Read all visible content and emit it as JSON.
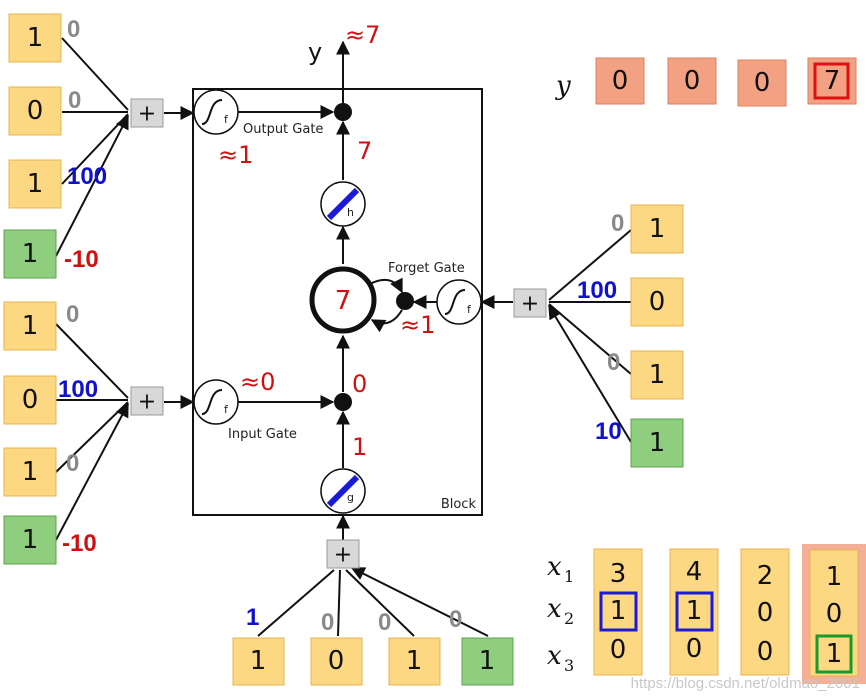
{
  "colors": {
    "input_box": "#fdd882",
    "bias_box": "#8fcd7f",
    "output_box": "#f2a283",
    "weight_gray": "#8a8a8a",
    "weight_blue": "#1010d0",
    "weight_red": "#d01010",
    "highlight_blue": "#1a1ad8",
    "highlight_green": "#169b2c",
    "highlight_red": "#e01010"
  },
  "output_gate": {
    "label": "Output Gate",
    "inputs": [
      "1",
      "0",
      "1",
      "1"
    ],
    "weights": [
      "0",
      "0",
      "100",
      "-10"
    ],
    "activation": "≈1"
  },
  "input_gate": {
    "label": "Input Gate",
    "inputs": [
      "1",
      "0",
      "1",
      "1"
    ],
    "weights": [
      "0",
      "100",
      "0",
      "-10"
    ],
    "activation": "≈0"
  },
  "forget_gate": {
    "label": "Forget Gate",
    "inputs": [
      "1",
      "0",
      "1",
      "1"
    ],
    "weights": [
      "0",
      "100",
      "0",
      "10"
    ],
    "activation": "≈1"
  },
  "cell_input": {
    "inputs": [
      "1",
      "0",
      "1",
      "1"
    ],
    "weights": [
      "1",
      "0",
      "0",
      "0"
    ],
    "value": "1"
  },
  "block": {
    "label": "Block",
    "memory_value": "7",
    "input_gate_out": "0",
    "h_out": "7",
    "y_label": "y",
    "y_value": "≈7",
    "h_label": "h",
    "g_label": "g",
    "f_label": "f",
    "plus_symbol": "+"
  },
  "output_sequence": {
    "label": "y",
    "values": [
      "0",
      "0",
      "0",
      "7"
    ]
  },
  "input_sequence": {
    "row_labels": [
      "x",
      "x",
      "x"
    ],
    "row_subscripts": [
      "1",
      "2",
      "3"
    ],
    "columns": [
      [
        "3",
        "1",
        "0"
      ],
      [
        "4",
        "1",
        "0"
      ],
      [
        "2",
        "0",
        "0"
      ],
      [
        "1",
        "0",
        "1"
      ]
    ]
  },
  "watermark": "https://blog.csdn.net/oldmao_2001"
}
